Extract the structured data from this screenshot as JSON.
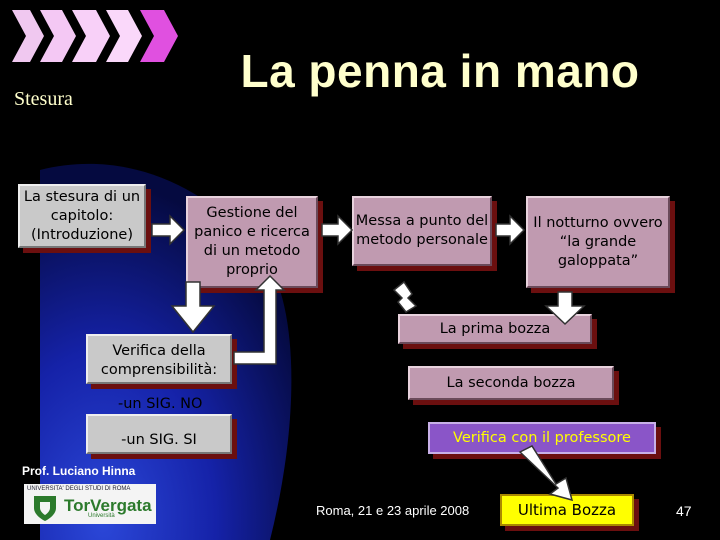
{
  "title": "La penna in mano",
  "section": "Stesura",
  "boxes": {
    "intro": "La stesura di un capitolo: (Introduzione)",
    "gestione": "Gestione del panico e ricerca di un metodo proprio",
    "messa": "Messa a punto del metodo personale",
    "notturno": "Il notturno ovvero “la grande galoppata”",
    "verifica_title": "Verifica della comprensibilità:",
    "verifica_no": "-un SIG. NO",
    "verifica_si": "-un SIG. SI",
    "prima": "La prima bozza",
    "seconda": "La seconda bozza",
    "professore": "Verifica con il professore",
    "ultima": "Ultima Bozza"
  },
  "footer": {
    "author": "Prof. Luciano Hinna",
    "place_date": "Roma, 21 e 23 aprile 2008",
    "page": "47",
    "logo_top": "UNIVERSITA' DEGLI STUDI DI ROMA",
    "logo_name": "TorVergata",
    "logo_sub": "Università"
  },
  "colors": {
    "title": "#ffffcc",
    "box_grey": "#c9c9c9",
    "box_mauve": "#c09ab0",
    "box_purple": "#8a55c8",
    "box_yellow": "#ffff00",
    "shadow": "#6b0f0f",
    "arrow_fill": "#ffffff"
  }
}
